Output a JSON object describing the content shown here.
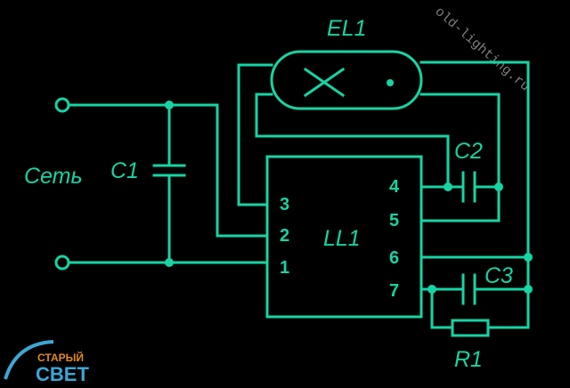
{
  "watermark": "old-lighting.ru",
  "labels": {
    "lamp": "EL1",
    "mains": "Сеть",
    "c1": "C1",
    "c2": "C2",
    "c3": "C3",
    "r1": "R1",
    "ic": "LL1"
  },
  "pins": [
    "1",
    "2",
    "3",
    "4",
    "5",
    "6",
    "7"
  ],
  "logo": {
    "top": "СТАРЫЙ",
    "bottom": "СВЕТ"
  },
  "colors": {
    "background": "#000000",
    "circuit": "#16d4a4",
    "watermark": "#7e7e7e",
    "logo_top": "#e08a1e",
    "logo_bottom": "#3ca6d6"
  }
}
